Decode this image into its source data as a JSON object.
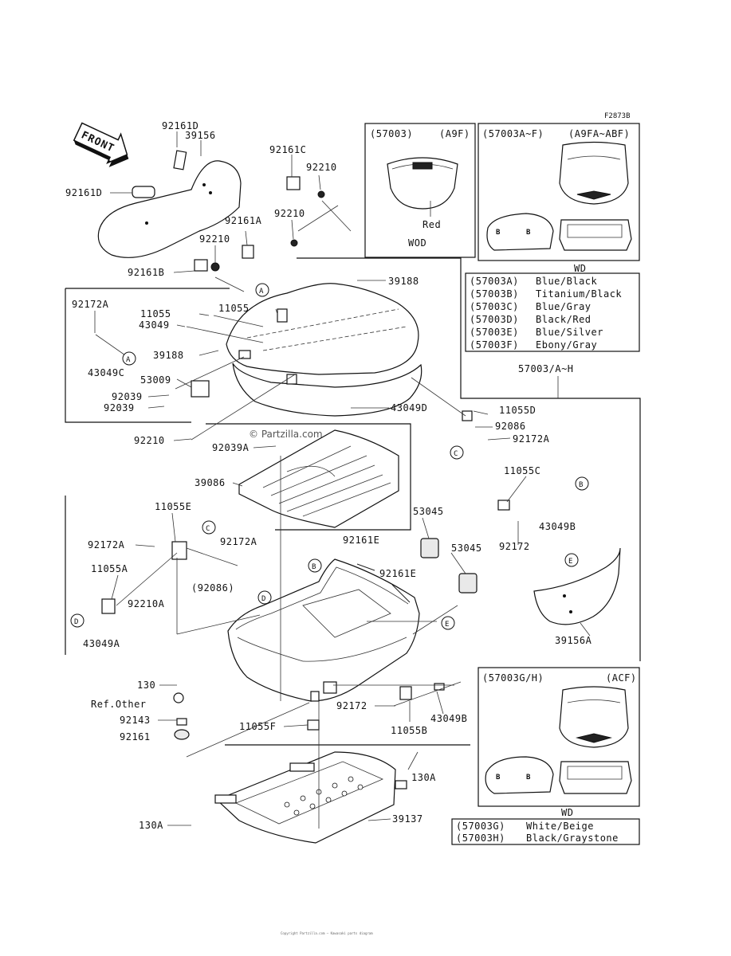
{
  "diagram_code": "F2873B",
  "watermark": "© Partzilla.com",
  "front_label": "FRONT",
  "callouts": {
    "c92161D_top": "92161D",
    "c39156": "39156",
    "c92161C": "92161C",
    "c92210_a": "92210",
    "c92161D_left": "92161D",
    "c92161A": "92161A",
    "c92210_b": "92210",
    "c92210_c": "92210",
    "c92161B": "92161B",
    "c39188_top": "39188",
    "c92172A_left": "92172A",
    "c11055_a": "11055",
    "c11055_b": "11055",
    "c43049": "43049",
    "c39188_mid": "39188",
    "c43049C": "43049C",
    "c53009": "53009",
    "c92039_a": "92039",
    "c92039_b": "92039",
    "c43049D": "43049D",
    "c92210_d": "92210",
    "c92039A": "92039A",
    "c39086": "39086",
    "c11055E": "11055E",
    "c92172A_a": "92172A",
    "c92172A_b": "92172A",
    "c92086_paren": "(92086)",
    "c11055A": "11055A",
    "c92210A": "92210A",
    "c43049A": "43049A",
    "c92161E_a": "92161E",
    "c92161E_b": "92161E",
    "c53045_a": "53045",
    "c53045_b": "53045",
    "c11055D": "11055D",
    "c92086": "92086",
    "c92172A_right": "92172A",
    "c11055C": "11055C",
    "c43049B_right": "43049B",
    "c92172_right": "92172",
    "c39156A": "39156A",
    "c57003": "57003/A~H",
    "c130": "130",
    "c_ref_other": "Ref.Other",
    "c92143": "92143",
    "c92161": "92161",
    "c92172": "92172",
    "c43049B_bottom": "43049B",
    "c11055B": "11055B",
    "c11055F": "11055F",
    "c130A_right": "130A",
    "c130A_left": "130A",
    "c39137": "39137"
  },
  "letter_markers": [
    "A",
    "A",
    "B",
    "B",
    "C",
    "C",
    "D",
    "D",
    "E",
    "E"
  ],
  "inset_a9f": {
    "code": "(57003)",
    "model": "(A9F)",
    "color_label": "Red",
    "note": "WOD"
  },
  "inset_a9fa": {
    "code": "(57003A~F)",
    "model": "(A9FA~ABF)",
    "note": "WD",
    "variants": [
      {
        "code": "(57003A)",
        "color": "Blue/Black"
      },
      {
        "code": "(57003B)",
        "color": "Titanium/Black"
      },
      {
        "code": "(57003C)",
        "color": "Blue/Gray"
      },
      {
        "code": "(57003D)",
        "color": "Black/Red"
      },
      {
        "code": "(57003E)",
        "color": "Blue/Silver"
      },
      {
        "code": "(57003F)",
        "color": "Ebony/Gray"
      }
    ]
  },
  "inset_acf": {
    "code": "(57003G/H)",
    "model": "(ACF)",
    "note": "WD",
    "variants": [
      {
        "code": "(57003G)",
        "color": "White/Beige"
      },
      {
        "code": "(57003H)",
        "color": "Black/Graystone"
      }
    ]
  },
  "footer_text": "Copyright Partzilla.com — Kawasaki parts diagram"
}
